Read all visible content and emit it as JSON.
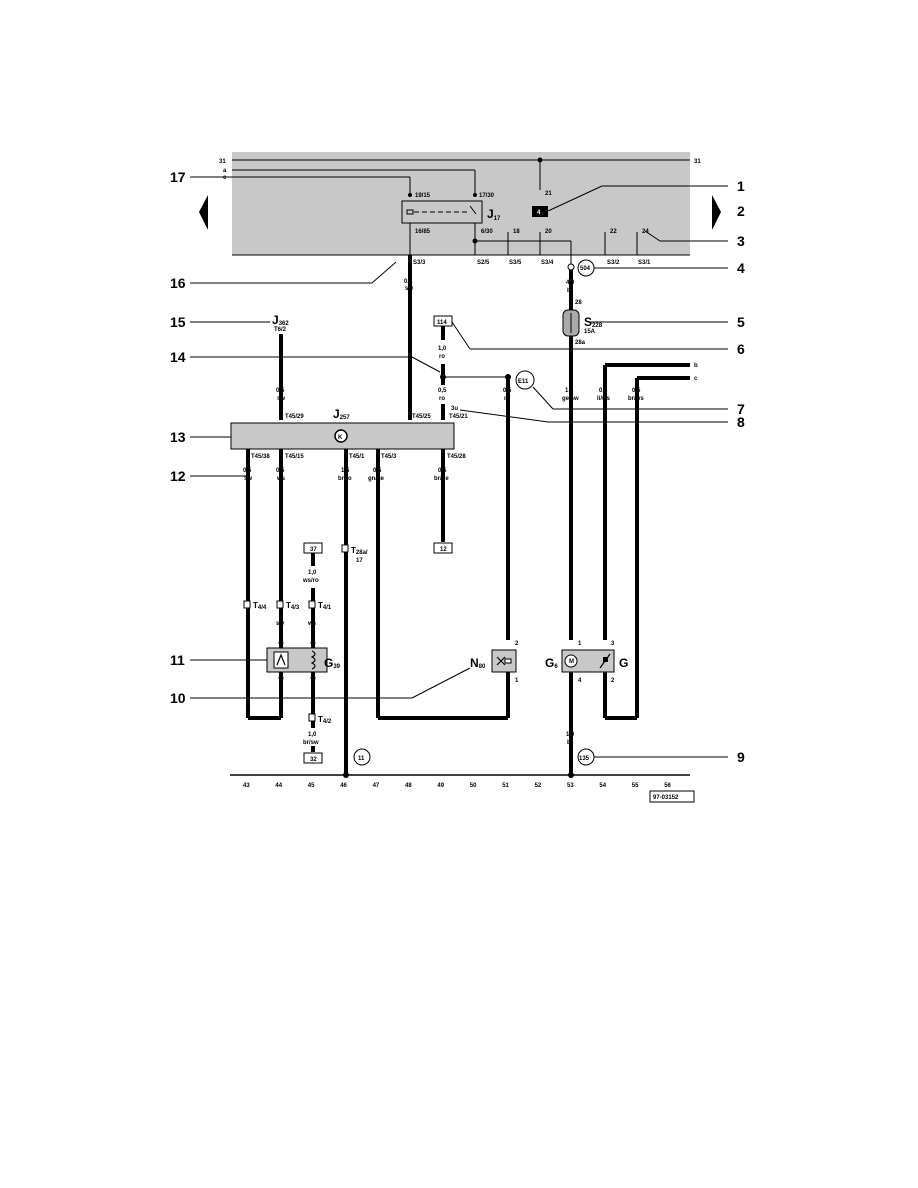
{
  "callouts": [
    "1",
    "2",
    "3",
    "4",
    "5",
    "6",
    "7",
    "8",
    "9",
    "10",
    "11",
    "12",
    "13",
    "14",
    "15",
    "16",
    "17"
  ],
  "panel": {
    "bus_31_left": "31",
    "bus_31_right": "31",
    "bus_a": "a",
    "bus_c": "c",
    "relay": "J",
    "relay_sub": "17",
    "pin_19_15": "19/15",
    "pin_17_30": "17/30",
    "pin_16_85": "16/85",
    "pin_6_30": "6/30",
    "pin_21": "21",
    "pin_18": "18",
    "pin_20": "20",
    "pin_22": "22",
    "pin_24": "24",
    "relay_box": "4",
    "s33": "S3/3",
    "s25": "S2/5",
    "s35": "S3/5",
    "s34": "S3/4",
    "s32": "S3/2",
    "s31": "S3/1"
  },
  "components": {
    "j362": "J",
    "j362_sub": "362",
    "t6_2": "T6/2",
    "j257": "J",
    "j257_sub": "257",
    "k": "K",
    "s228": "S",
    "s228_sub": "228",
    "fuse_a": "15A",
    "t28": "28",
    "t28a": "28a",
    "box114": "114",
    "e11": "E11",
    "c504": "504",
    "c135": "135",
    "c11": "11",
    "box12": "12",
    "box37": "37",
    "box32": "32",
    "n80": "N",
    "n80_sub": "80",
    "g39": "G",
    "g39_sub": "39",
    "g6": "G",
    "g6_sub": "6",
    "g": "G",
    "t28a17": "T",
    "t28a17_sub": "28a/",
    "t28a17_b": "17",
    "t44": "T",
    "t44_sub": "4/4",
    "t43": "T",
    "t43_sub": "4/3",
    "t41": "T",
    "t41_sub": "4/1",
    "t42": "T",
    "t42_sub": "4/2",
    "pin1": "1",
    "pin2": "2",
    "pin3": "3",
    "pin4": "4",
    "bus_b": "b",
    "bus_c": "c",
    "f3u": "3u",
    "code": "97-03152"
  },
  "connectors": {
    "t45_29": "T45/29",
    "t45_25": "T45/25",
    "t45_21": "T45/21",
    "t45_38": "T45/38",
    "t45_15": "T45/15",
    "t45_1": "T45/1",
    "t45_3": "T45/3",
    "t45_28": "T45/28"
  },
  "wires": {
    "w_05_sw_a": "0,5",
    "w_sw_a": "sw",
    "w_05_sw_b": "0,5",
    "w_sw_b": "sw",
    "w_40": "4,0",
    "w_bl": "bl",
    "w_10_ro": "1,0",
    "w_ro1": "ro",
    "w_05_ro1": "0,5",
    "w_ro2": "ro",
    "w_05_ro2": "0,5",
    "w_ro3": "ro",
    "w_10_gesw": "1,0",
    "w_gesw": "ge/sw",
    "w_05_liws": "0,5",
    "w_liws": "li/ws",
    "w_05_brws": "0,5",
    "w_brws": "br/ws",
    "w_05_sw_c": "0,5",
    "w_sw_c": "sw",
    "w_05_ws": "0,5",
    "w_ws": "ws",
    "w_15": "1,5",
    "w_brro": "br/ro",
    "w_05_gnge": "0,5",
    "w_gnge": "gn/ge",
    "w_05_brge": "0,5",
    "w_brge": "br/ge",
    "w_10_wsro": "1,0",
    "w_wsro": "ws/ro",
    "w_sw_d": "sw",
    "w_ws_d": "ws",
    "w_10_brsw": "1,0",
    "w_brsw": "br/sw",
    "w_10_br": "1,0",
    "w_br": "br"
  },
  "tracks": [
    "43",
    "44",
    "45",
    "46",
    "47",
    "48",
    "49",
    "50",
    "51",
    "52",
    "53",
    "54",
    "55",
    "56"
  ]
}
